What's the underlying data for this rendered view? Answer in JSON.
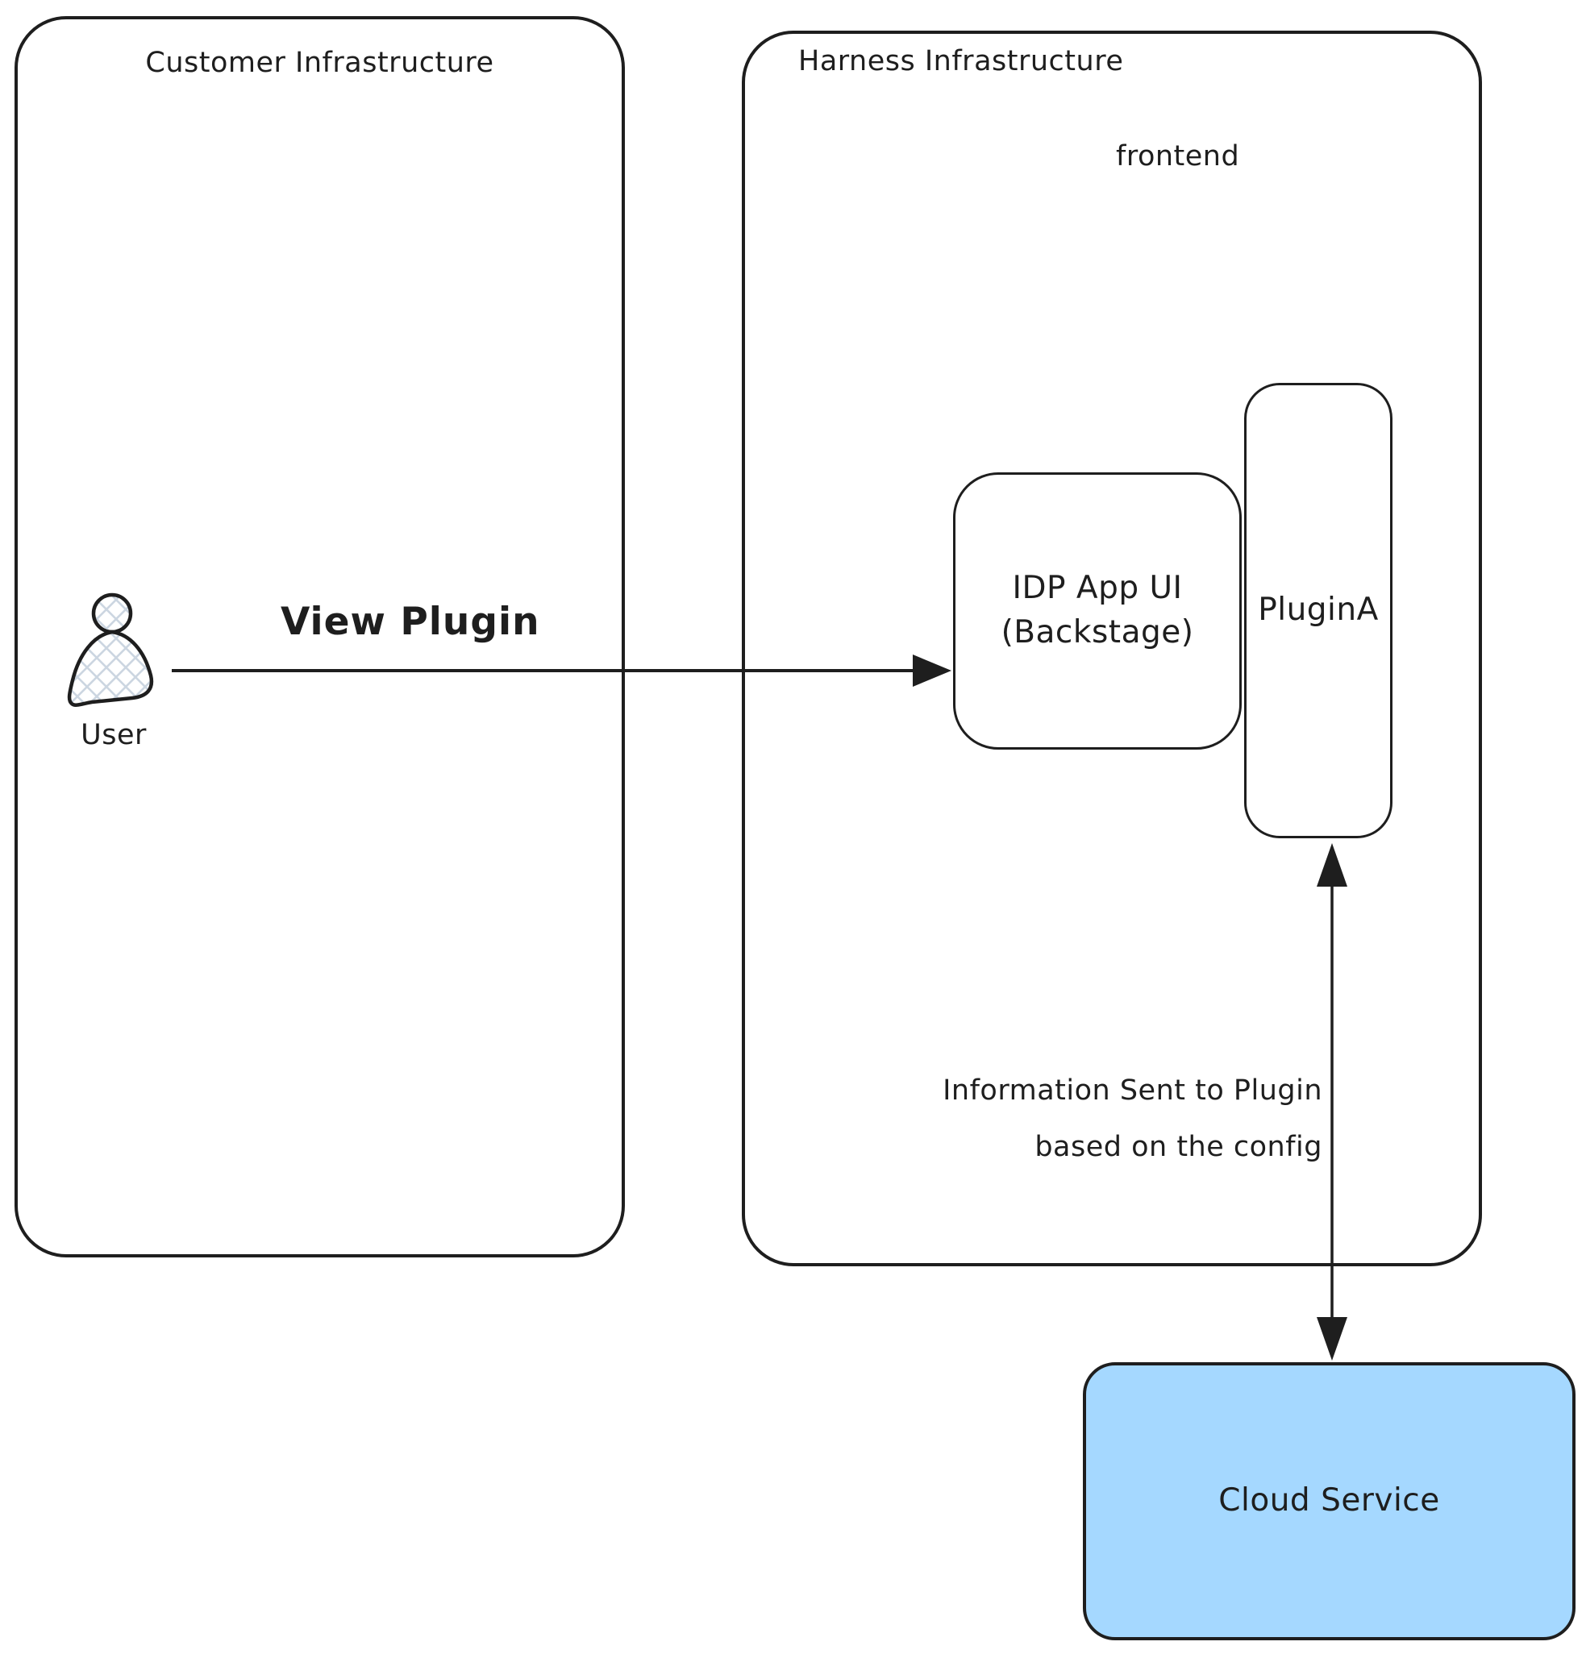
{
  "diagram": {
    "background_color": "#ffffff",
    "stroke_color": "#1e1e1e",
    "customer_box": {
      "title": "Customer Infrastructure"
    },
    "harness_box": {
      "title": "Harness Infrastructure",
      "frontend_label": "frontend"
    },
    "user": {
      "label": "User"
    },
    "view_plugin_arrow": {
      "label": "View Plugin"
    },
    "idp_box": {
      "line1": "IDP App UI",
      "line2": "(Backstage)"
    },
    "plugin_box": {
      "label": "PluginA"
    },
    "info_arrow": {
      "label_line1": "Information Sent to Plugin",
      "label_line2": "based on the config"
    },
    "cloud_box": {
      "label": "Cloud Service",
      "fill": "#a5d8ff"
    }
  }
}
